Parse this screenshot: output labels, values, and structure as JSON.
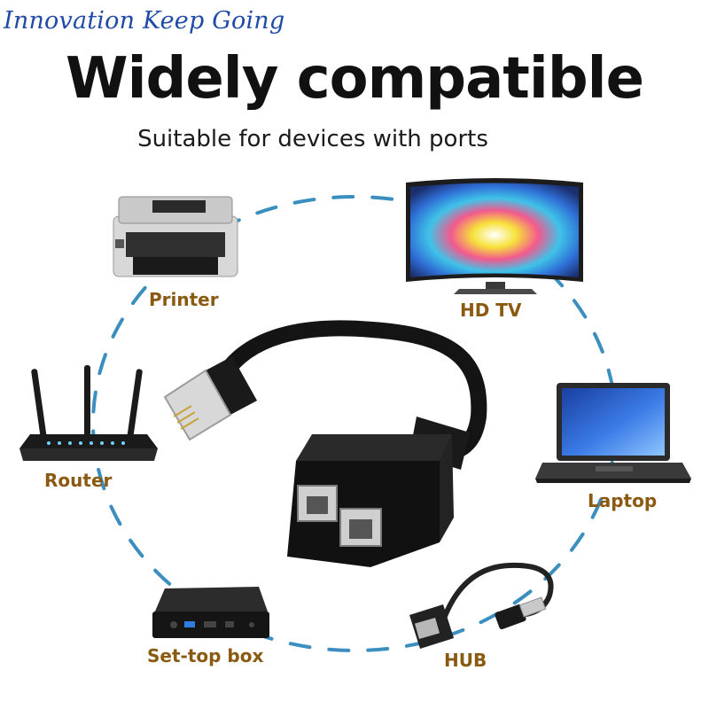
{
  "header": {
    "slogan": "Innovation Keep Going",
    "title": "Widely compatible",
    "subtitle": "Suitable for devices with ports"
  },
  "devices": [
    {
      "label": "Printer",
      "icon": "printer-icon"
    },
    {
      "label": "HD TV",
      "icon": "tv-icon"
    },
    {
      "label": "Router",
      "icon": "router-icon"
    },
    {
      "label": "Laptop",
      "icon": "laptop-icon"
    },
    {
      "label": "Set-top box",
      "icon": "set-top-box-icon"
    },
    {
      "label": "HUB",
      "icon": "usb-ethernet-hub-icon"
    }
  ],
  "center_product": {
    "icon": "rj45-splitter-icon"
  },
  "colors": {
    "slogan": "#1f4aa8",
    "title": "#111111",
    "label": "#8a5a12",
    "ring_dash": "#3a8fc0"
  }
}
